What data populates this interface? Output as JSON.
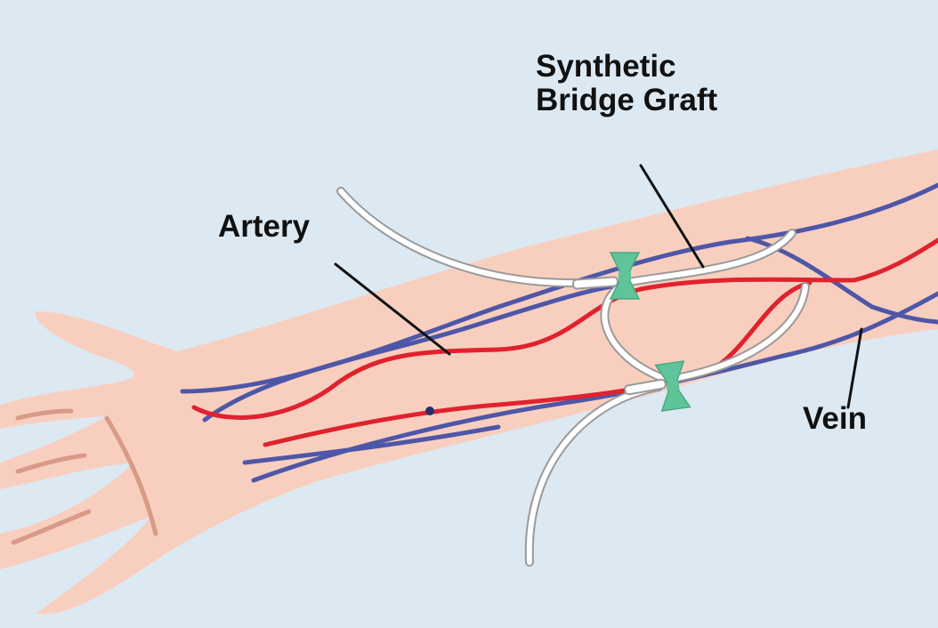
{
  "labels": {
    "graft_line1": "Synthetic",
    "graft_line2": "Bridge Graft",
    "artery": "Artery",
    "vein": "Vein"
  },
  "colors": {
    "background": "#dce9f2",
    "skin": "#f8cfbf",
    "skin_crease": "#d89a86",
    "artery": "#e0222e",
    "vein": "#4e57a7",
    "graft": "#ffffff",
    "graft_outline": "#9a9a9a",
    "needle_hub": "#5fc49a",
    "leader_line": "#111111"
  }
}
